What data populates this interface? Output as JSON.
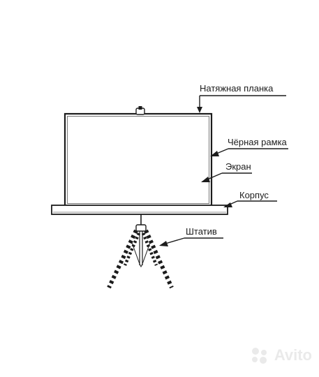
{
  "labels": {
    "tension_bar": "Натяжная планка",
    "black_frame": "Чёрная рамка",
    "screen": "Экран",
    "housing": "Корпус",
    "tripod": "Штатив"
  },
  "watermark": {
    "text": "Avito",
    "color": "#d9d9d9",
    "icon": "avito-dots-logo-icon"
  },
  "colors": {
    "line": "#1c1c1c",
    "background": "#ffffff"
  }
}
